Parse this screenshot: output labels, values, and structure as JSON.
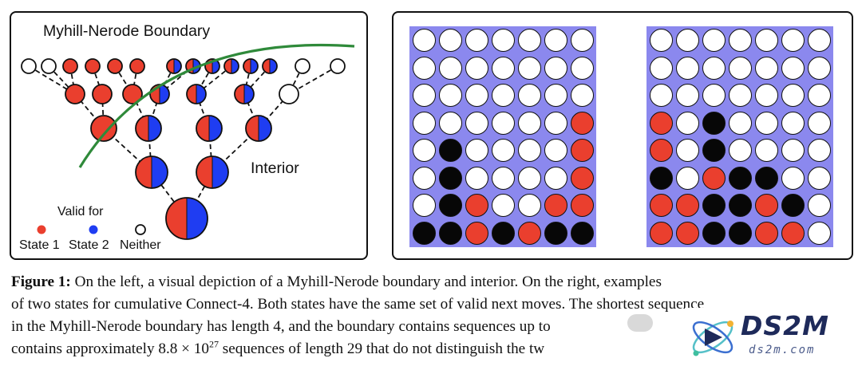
{
  "left_panel": {
    "title": "Myhill-Nerode Boundary",
    "interior_label": "Interior",
    "legend": {
      "heading": "Valid for",
      "items": [
        {
          "label": "State 1",
          "color": "#ea3f2e"
        },
        {
          "label": "State 2",
          "color": "#1f3df2"
        },
        {
          "label": "Neither",
          "color": "#ffffff"
        }
      ]
    },
    "colors": {
      "state1": "#ea3f2e",
      "state2": "#1f3df2",
      "neither": "#ffffff",
      "boundary_curve": "#2f8a3a"
    },
    "tree_levels": [
      [
        "N",
        "N",
        "R",
        "R",
        "R",
        "R",
        "RB",
        "RB",
        "RB",
        "RB",
        "RB",
        "RB",
        "N",
        "N"
      ],
      [
        "R",
        "R",
        "R",
        "RB",
        "RB",
        "RB",
        "N"
      ],
      [
        "R",
        "RB",
        "RB",
        "RB"
      ],
      [
        "RB",
        "RB"
      ],
      [
        "RB"
      ]
    ]
  },
  "boards": {
    "color": "#8b88ee",
    "left": [
      "OOOOOOO",
      "OOOOOOO",
      "OOOOOOO",
      "OOOOOOR",
      "OBOOOOR",
      "OBOOOOR",
      "OBROORR",
      "BBRBRBB"
    ],
    "right": [
      "OOOOOOO",
      "OOOOOOO",
      "OOOOOOO",
      "ROBOOOO",
      "ROBOOOO",
      "BORBBOO",
      "RRBBRBO",
      "RRBBRRO"
    ]
  },
  "caption": {
    "label": "Figure 1:",
    "line1": "On the left, a visual depiction of a Myhill-Nerode boundary and interior. On the right, examples",
    "line2": "of two states for cumulative Connect-4. Both states have the same set of valid next moves. The shortest sequence",
    "line3": "in the Myhill-Nerode boundary has length 4, and the boundary contains sequences up to",
    "line4_pre": "contains approximately 8.8 × 10",
    "line4_exp": "27",
    "line4_post": " sequences of length 29 that do not distinguish the tw"
  },
  "watermark": {
    "text": "DS2M",
    "sub": "ds2m.com"
  }
}
